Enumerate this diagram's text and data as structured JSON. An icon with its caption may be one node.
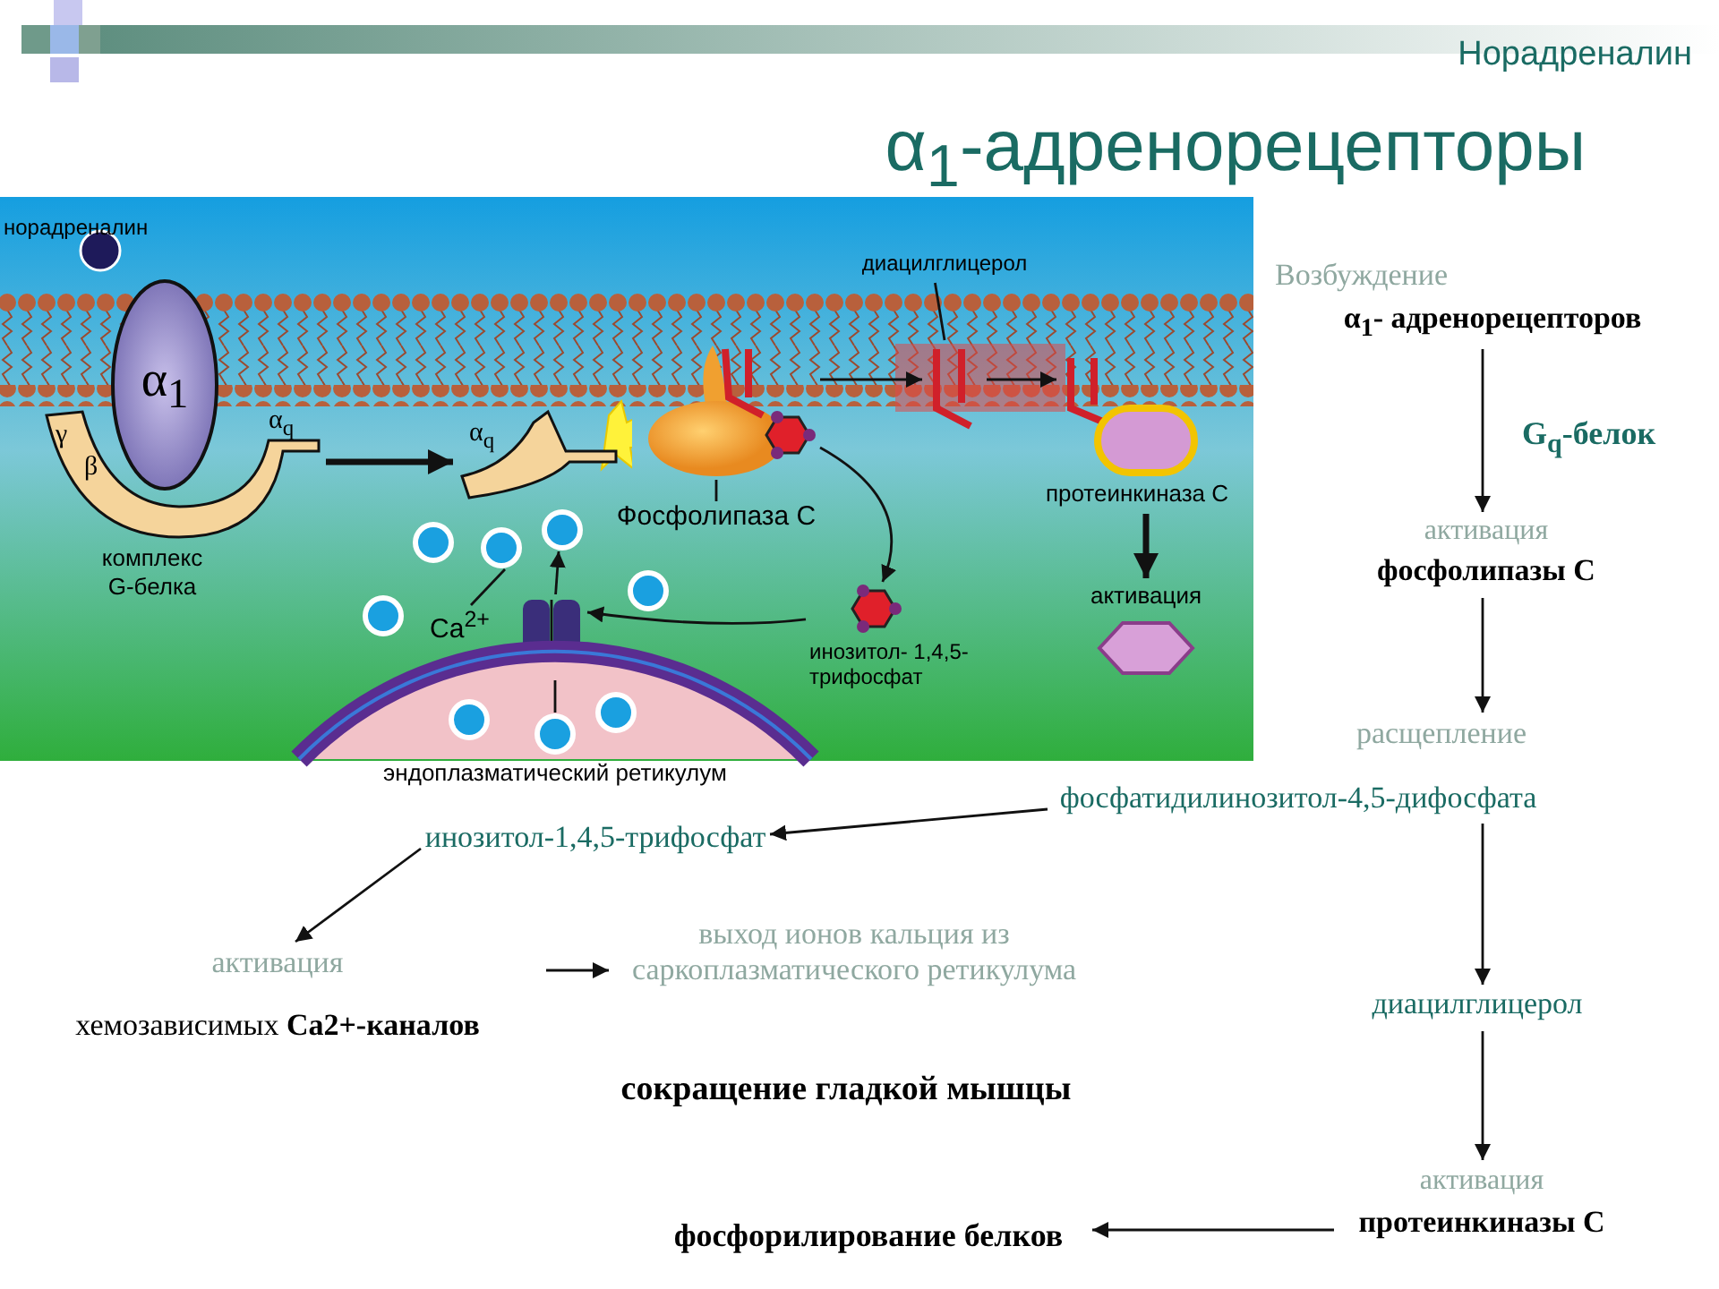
{
  "diagram": {
    "title": "α$_{1}$-адренорецепторы",
    "nodes": [
      {
        "text": [],
        "shape": "circle",
        "beside": [
          "норадреналин"
        ]
      },
      {
        "text": [
          "α$_{1}$"
        ]
      },
      {
        "text": [
          "γ",
          "β",
          "α$_{q}$"
        ],
        "beside": [
          "комплекс G-белка"
        ]
      },
      {
        "text": [
          "α$_{q}$"
        ]
      },
      {
        "text": [],
        "shape": "picture"
      },
      {
        "text": [
          "Фосфолипаза С"
        ]
      },
      {
        "text": [],
        "shape": "picture"
      },
      {
        "text": [
          "диацилглицерол"
        ]
      },
      {
        "text": [],
        "shape": "picture"
      },
      {
        "text": [],
        "shape": "picture"
      },
      {
        "text": [],
        "shape": "ellipse",
        "beside": [
          "протеинкиназа С"
        ]
      },
      {
        "text": [],
        "shape": "hexagon",
        "beside": [
          "активация"
        ]
      },
      {
        "text": [],
        "shape": "hexagon",
        "beside": [
          "инозитол- 1,4,5-трифосфат"
        ]
      },
      {
        "text": [],
        "shape": "picture"
      },
      {
        "text": [
          "Ca$^{2+}$"
        ]
      },
      {
        "text": [],
        "shape": "circle"
      },
      {
        "text": [
          "эндоплазматический ретикулум"
        ]
      },
      {
        "text": [],
        "shape": "circle",
        "in": 16
      },
      {
        "text": [
          "Возбуждение",
          "α$_{1}$- адренорецепторов"
        ]
      },
      {
        "text": [
          "активация",
          "фосфолипазы С"
        ]
      },
      {
        "text": [
          "расщепление",
          "фосфатидилинозитол-4,5-дифосфата"
        ]
      },
      {
        "text": [
          "диацилглицерол"
        ]
      },
      {
        "text": [
          "активация",
          "протеинкиназы С"
        ]
      },
      {
        "text": [
          "фосфорилирование белков"
        ]
      },
      {
        "text": [
          "инозитол-1,4,5-трифосфат"
        ]
      },
      {
        "text": [
          "активация",
          "хемозависимых **Ca2+-каналов**"
        ]
      },
      {
        "text": [
          "выход ионов кальция из саркоплазматического ретикулума",
          "сокращение гладкой мышцы"
        ]
      },
      {
        "text": [],
        "shape": "circle"
      },
      {
        "text": [],
        "shape": "circle"
      },
      {
        "text": [],
        "shape": "circle",
        "in": 16
      },
      {
        "text": [],
        "shape": "circle"
      },
      {
        "text": [],
        "shape": "circle",
        "in": 16
      },
      {
        "text": [],
        "shape": "circle"
      }
    ],
    "edges": [
      {
        "from": 2,
        "to": 3,
        "arrow": "to",
        "style": "thick"
      },
      {
        "from": 5,
        "to": 4,
        "arrow": "none"
      },
      {
        "from": 6,
        "to": 12,
        "arrow": "to"
      },
      {
        "from": 12,
        "to": 13,
        "arrow": "to"
      },
      {
        "from": 6,
        "to": 8,
        "arrow": "to"
      },
      {
        "from": 8,
        "to": 9,
        "arrow": "to"
      },
      {
        "from": 7,
        "to": 8,
        "arrow": "none"
      },
      {
        "from": 10,
        "to": 11,
        "arrow": "to",
        "style": "thick"
      },
      {
        "from": 14,
        "to": 15,
        "arrow": "none"
      },
      {
        "from": 17,
        "to": 13,
        "arrow": "none"
      },
      {
        "from": 13,
        "to": 30,
        "arrow": "to"
      },
      {
        "from": 18,
        "to": 19,
        "arrow": "to",
        "label": "G$_{q}$-белок"
      },
      {
        "from": 19,
        "to": 20,
        "arrow": "to"
      },
      {
        "from": 20,
        "to": 21,
        "arrow": "to"
      },
      {
        "from": 21,
        "to": 22,
        "arrow": "to"
      },
      {
        "from": 22,
        "to": 23,
        "arrow": "to"
      },
      {
        "from": 20,
        "to": 24,
        "arrow": "to"
      },
      {
        "from": 24,
        "to": 25,
        "arrow": "to"
      },
      {
        "from": 25,
        "to": 26,
        "arrow": "to"
      }
    ],
    "labels": [
      "Норадреналин"
    ]
  }
}
